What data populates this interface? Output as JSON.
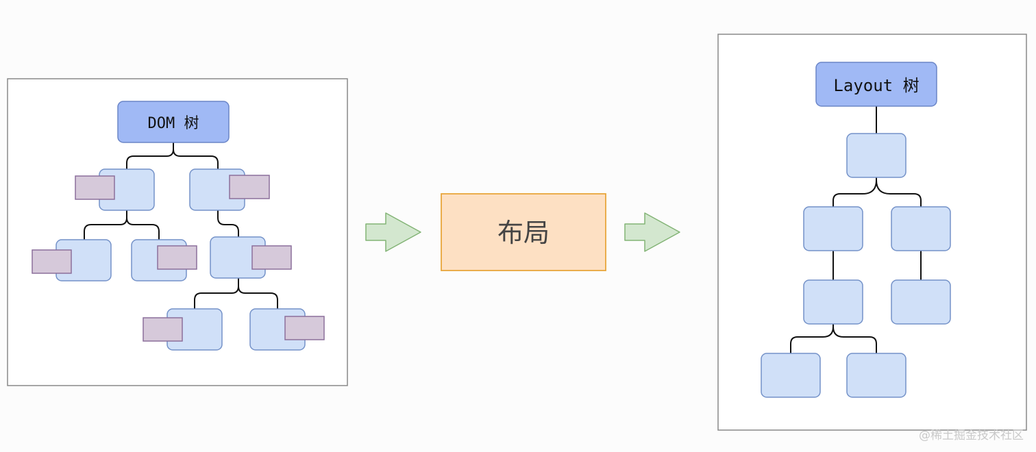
{
  "dom_tree": {
    "root_label": "DOM 树"
  },
  "process": {
    "label": "布局"
  },
  "layout_tree": {
    "root_label": "Layout 树"
  },
  "watermark": "@稀土掘金技术社区",
  "colors": {
    "root_fill": "#a0b9f5",
    "root_stroke": "#6a85c7",
    "node_fill": "#d0e0f8",
    "node_stroke": "#7391c8",
    "attr_fill": "#d6c9da",
    "attr_stroke": "#8c6f9b",
    "process_fill": "#fde0c3",
    "process_stroke": "#e8a53a",
    "arrow_fill": "#d3e7cf",
    "arrow_stroke": "#82b375",
    "frame_stroke": "#888888"
  }
}
